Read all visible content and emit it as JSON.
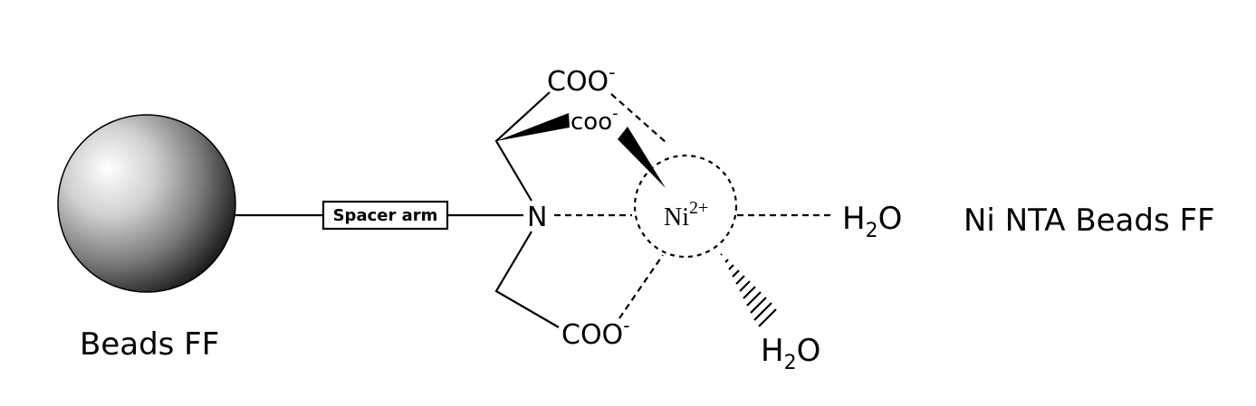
{
  "bead": {
    "label": "Beads FF"
  },
  "linker": {
    "label": "Spacer arm"
  },
  "atoms": {
    "nitrogen": "N",
    "metal": "Ni",
    "metal_charge": "2+"
  },
  "groups": {
    "carboxylate_top": "COO",
    "carboxylate_mid": "coo",
    "carboxylate_bottom": "COO",
    "charge": "-"
  },
  "waters": {
    "water_right": {
      "h": "H",
      "sub": "2",
      "o": "O"
    },
    "water_bottom": {
      "h": "H",
      "sub": "2",
      "o": "O"
    }
  },
  "title": "Ni NTA Beads FF",
  "colors": {
    "ink": "#000000",
    "bead_highlight": "#ffffff",
    "bead_mid": "#9a9a9a",
    "bead_dark": "#2a2a2a"
  }
}
